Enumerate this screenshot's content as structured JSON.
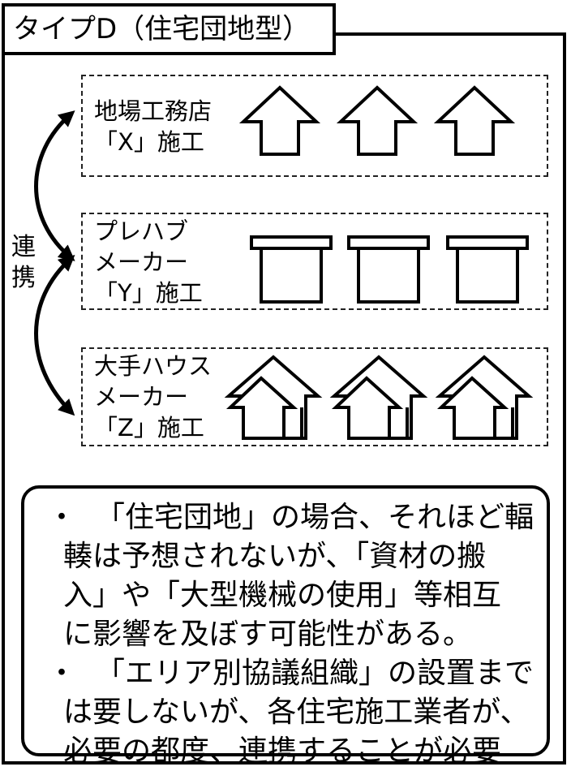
{
  "title": "タイプD（住宅団地型）",
  "link_label": [
    "連",
    "携"
  ],
  "rows": [
    {
      "label_lines": [
        "地場工務店",
        "「X」施工"
      ],
      "icon": "gable-house-icon",
      "count": 3
    },
    {
      "label_lines": [
        "プレハブ",
        "メーカー",
        "「Y」施工"
      ],
      "icon": "flat-roof-house-icon",
      "count": 3
    },
    {
      "label_lines": [
        "大手ハウス",
        "メーカー",
        "「Z」施工"
      ],
      "icon": "double-gable-house-icon",
      "count": 3
    }
  ],
  "note": {
    "bullets": [
      {
        "lines": [
          "「住宅団地」の場合、それほど輻",
          "輳は予想されないが、「資材の搬",
          "入」や「大型機械の使用」等相互",
          "に影響を及ぼす可能性がある。"
        ]
      },
      {
        "lines": [
          "「エリア別協議組織」の設置まで",
          "は要しないが、各住宅施工業者が、",
          "必要の都度、連携することが必要"
        ]
      }
    ]
  }
}
